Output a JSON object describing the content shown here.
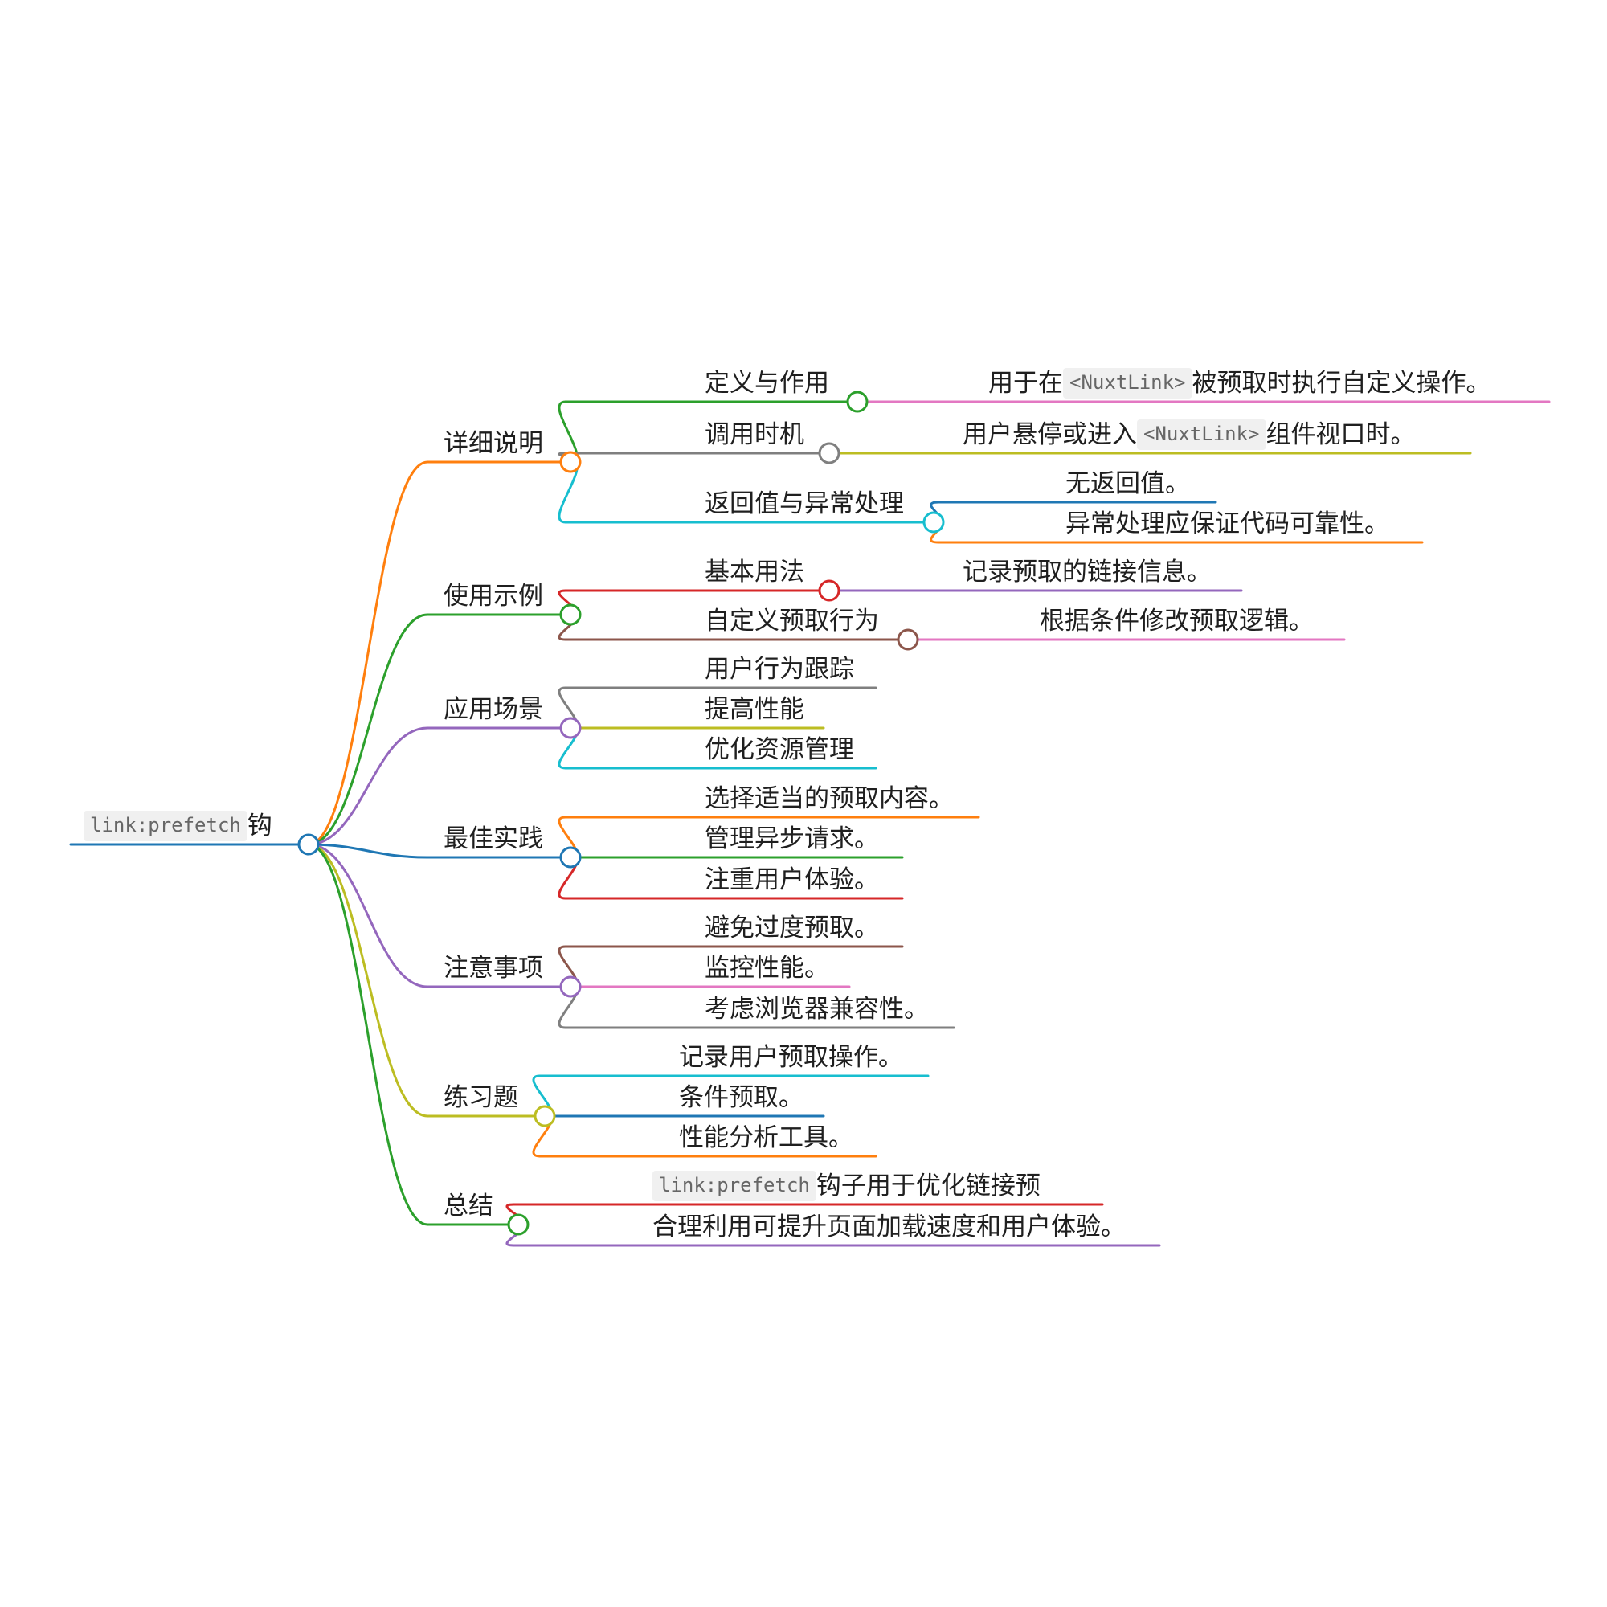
{
  "mindmap": {
    "root": {
      "code": "link:prefetch",
      "label": "钩",
      "color": "#1f77b4",
      "children": [
        {
          "label": "详细说明",
          "color": "#ff7f0e",
          "children": [
            {
              "label": "定义与作用",
              "color": "#2ca02c",
              "children": [
                {
                  "parts": [
                    {
                      "text": "用于在 "
                    },
                    {
                      "code": "<NuxtLink>"
                    },
                    {
                      "text": " 被预取时执行自定义操作。"
                    }
                  ],
                  "color": "#e377c2"
                }
              ]
            },
            {
              "label": "调用时机",
              "color": "#7f7f7f",
              "children": [
                {
                  "parts": [
                    {
                      "text": "用户悬停或进入 "
                    },
                    {
                      "code": "<NuxtLink>"
                    },
                    {
                      "text": " 组件视口时。"
                    }
                  ],
                  "color": "#bcbd22"
                }
              ]
            },
            {
              "label": "返回值与异常处理",
              "color": "#17becf",
              "children": [
                {
                  "label": "无返回值。",
                  "color": "#1f77b4"
                },
                {
                  "label": "异常处理应保证代码可靠性。",
                  "color": "#ff7f0e"
                }
              ]
            }
          ]
        },
        {
          "label": "使用示例",
          "color": "#2ca02c",
          "children": [
            {
              "label": "基本用法",
              "color": "#d62728",
              "children": [
                {
                  "label": "记录预取的链接信息。",
                  "color": "#9467bd"
                }
              ]
            },
            {
              "label": "自定义预取行为",
              "color": "#8c564b",
              "children": [
                {
                  "label": "根据条件修改预取逻辑。",
                  "color": "#e377c2"
                }
              ]
            }
          ]
        },
        {
          "label": "应用场景",
          "color": "#9467bd",
          "children": [
            {
              "label": "用户行为跟踪",
              "color": "#7f7f7f"
            },
            {
              "label": "提高性能",
              "color": "#bcbd22"
            },
            {
              "label": "优化资源管理",
              "color": "#17becf"
            }
          ]
        },
        {
          "label": "最佳实践",
          "color": "#1f77b4",
          "children": [
            {
              "label": "选择适当的预取内容。",
              "color": "#ff7f0e"
            },
            {
              "label": "管理异步请求。",
              "color": "#2ca02c"
            },
            {
              "label": "注重用户体验。",
              "color": "#d62728"
            }
          ]
        },
        {
          "label": "注意事项",
          "color": "#9467bd",
          "children": [
            {
              "label": "避免过度预取。",
              "color": "#8c564b"
            },
            {
              "label": "监控性能。",
              "color": "#e377c2"
            },
            {
              "label": "考虑浏览器兼容性。",
              "color": "#7f7f7f"
            }
          ]
        },
        {
          "label": "练习题",
          "color": "#bcbd22",
          "children": [
            {
              "label": "记录用户预取操作。",
              "color": "#17becf"
            },
            {
              "label": "条件预取。",
              "color": "#1f77b4"
            },
            {
              "label": "性能分析工具。",
              "color": "#ff7f0e"
            }
          ]
        },
        {
          "label": "总结",
          "color": "#2ca02c",
          "children": [
            {
              "parts": [
                {
                  "code": "link:prefetch"
                },
                {
                  "text": " 钩子用于优化链接预"
                }
              ],
              "color": "#d62728"
            },
            {
              "label": "合理利用可提升页面加载速度和用户体验。",
              "color": "#9467bd"
            }
          ]
        }
      ]
    }
  }
}
